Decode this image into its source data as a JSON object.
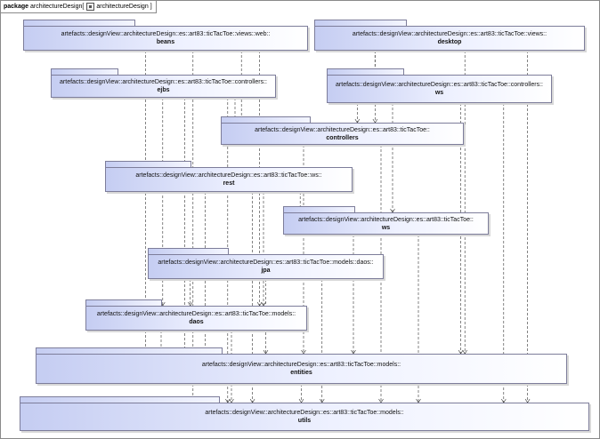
{
  "header": {
    "keyword": "package",
    "name": "architectureDesign",
    "diagram_name": "architectureDesign"
  },
  "packages": {
    "beans": {
      "qualified": "artefacts::designView::architectureDesign::es::art83::ticTacToe::views::web::",
      "name": "beans"
    },
    "desktop": {
      "qualified": "artefacts::designView::architectureDesign::es::art83::ticTacToe::views::",
      "name": "desktop"
    },
    "ejbs": {
      "qualified": "artefacts::designView::architectureDesign::es::art83::ticTacToe::controllers::",
      "name": "ejbs"
    },
    "ws_ctrl": {
      "qualified": "artefacts::designView::architectureDesign::es::art83::ticTacToe::controllers::",
      "name": "ws"
    },
    "controllers": {
      "qualified": "artefacts::designView::architectureDesign::es::art83::ticTacToe::",
      "name": "controllers"
    },
    "rest": {
      "qualified": "artefacts::designView::architectureDesign::es::art83::ticTacToe::ws::",
      "name": "rest"
    },
    "ws": {
      "qualified": "artefacts::designView::architectureDesign::es::art83::ticTacToe::",
      "name": "ws"
    },
    "jpa": {
      "qualified": "artefacts::designView::architectureDesign::es::art83::ticTacToe::models::daos::",
      "name": "jpa"
    },
    "daos": {
      "qualified": "artefacts::designView::architectureDesign::es::art83::ticTacToe::models::",
      "name": "daos"
    },
    "entities": {
      "qualified": "artefacts::designView::architectureDesign::es::art83::ticTacToe::models::",
      "name": "entities"
    },
    "utils": {
      "qualified": "artefacts::designView::architectureDesign::es::art83::ticTacToe::models::",
      "name": "utils"
    }
  },
  "dependencies": [
    [
      "beans",
      "controllers"
    ],
    [
      "beans",
      "entities"
    ],
    [
      "beans",
      "utils"
    ],
    [
      "beans",
      "daos"
    ],
    [
      "desktop",
      "ws_ctrl"
    ],
    [
      "desktop",
      "controllers"
    ],
    [
      "desktop",
      "entities"
    ],
    [
      "desktop",
      "utils"
    ],
    [
      "ejbs",
      "controllers"
    ],
    [
      "ejbs",
      "daos"
    ],
    [
      "ejbs",
      "entities"
    ],
    [
      "ejbs",
      "utils"
    ],
    [
      "ws_ctrl",
      "controllers"
    ],
    [
      "ws_ctrl",
      "ws"
    ],
    [
      "ws_ctrl",
      "entities"
    ],
    [
      "ws_ctrl",
      "utils"
    ],
    [
      "controllers",
      "entities"
    ],
    [
      "controllers",
      "utils"
    ],
    [
      "rest",
      "ws"
    ],
    [
      "rest",
      "entities"
    ],
    [
      "rest",
      "utils"
    ],
    [
      "rest",
      "daos"
    ],
    [
      "jpa",
      "daos"
    ],
    [
      "jpa",
      "entities"
    ],
    [
      "jpa",
      "utils"
    ],
    [
      "ws",
      "entities"
    ],
    [
      "ws",
      "utils"
    ],
    [
      "daos",
      "entities"
    ],
    [
      "daos",
      "utils"
    ],
    [
      "entities",
      "utils"
    ]
  ]
}
